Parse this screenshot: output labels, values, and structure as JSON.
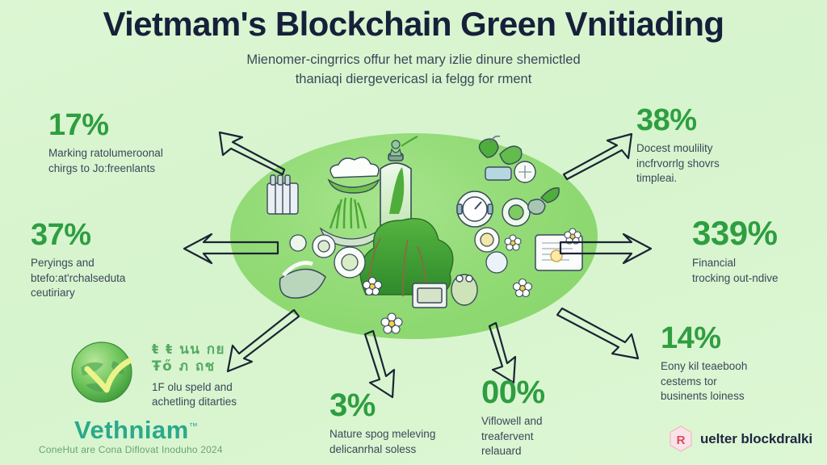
{
  "header": {
    "title": "Vietmam's Blockchain Green Vnitiading",
    "subtitle_line1": "Mienomer-cingrrics offur het mary izlie dinure shemictled",
    "subtitle_line2": "thaniaqi diergevericasl ia felgg for rment"
  },
  "theme": {
    "background": "#d9f5d0",
    "stage_green": "#8ed973",
    "stat_green": "#2e9e40",
    "text_navy": "#17203a",
    "caption_gray": "#3c4759",
    "brand_teal": "#2aa98b",
    "badge_pink": "#e8637f"
  },
  "stats": [
    {
      "id": "stat-17",
      "value": "17%",
      "caption_line1": "Marking ratolumeroonal",
      "caption_line2": "chirgs to Jo:freenlants",
      "caption_line3": ""
    },
    {
      "id": "stat-37",
      "value": "37%",
      "caption_line1": "Peryings and",
      "caption_line2": "btefo:at'rchalseduta",
      "caption_line3": "ceutiriary"
    },
    {
      "id": "stat-38",
      "value": "38%",
      "caption_line1": "Docest moulility",
      "caption_line2": "incfrvorrlg shovrs",
      "caption_line3": "timpleai."
    },
    {
      "id": "stat-339",
      "value": "339%",
      "caption_line1": "Financial",
      "caption_line2": "trocking out-ndive",
      "caption_line3": ""
    },
    {
      "id": "stat-14",
      "value": "14%",
      "caption_line1": "Eony kil teaebooh",
      "caption_line2": "cestems tor",
      "caption_line3": "businents loiness"
    },
    {
      "id": "stat-3",
      "value": "3%",
      "caption_line1": "Nature spog meleving",
      "caption_line2": "delicanrhal soless",
      "caption_line3": ""
    },
    {
      "id": "stat-00",
      "value": "00%",
      "caption_line1": "Viflowell and",
      "caption_line2": "treafervent",
      "caption_line3": "relauard"
    }
  ],
  "brand": {
    "logo_icon": "globe-checkmark-icon",
    "name": "Vethniam",
    "trademark": "™"
  },
  "mini_stat": {
    "glyph_line1": "ŧ ŧ  นน  กย",
    "glyph_line2": "Ŧő ภ  ถช",
    "caption_line1": "1F olu speld and",
    "caption_line2": "achetling ditarties"
  },
  "footer": {
    "note": "ConeHut are Cona Diflovat Inoduho 2024",
    "badge_icon": "hex-r-logo-icon",
    "badge_label": "uelter blockdralki"
  },
  "illustration": {
    "items": [
      "battery-cells-icon",
      "cloud-dome-icon",
      "grass-planter-icon",
      "bell-jar-leaf-icon",
      "bush-foliage-icon",
      "potted-plant-icon",
      "gauge-dial-icon",
      "sprout-stone-icon",
      "tablet-document-icon",
      "daisy-flower-icon",
      "folded-leaf-icon",
      "frog-figure-icon",
      "framed-picture-icon",
      "globe-bubble-icon"
    ]
  }
}
